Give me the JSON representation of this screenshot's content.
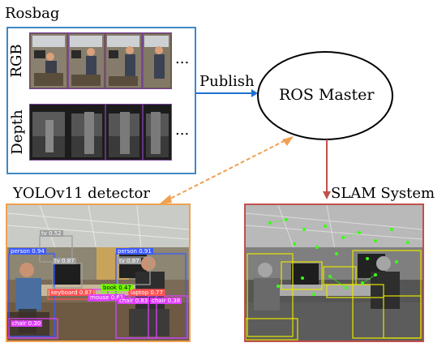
{
  "rosbag": {
    "title": "Rosbag",
    "rgb_label": "RGB",
    "depth_label": "Depth",
    "ellipsis": "..."
  },
  "publish_label": "Publish",
  "ros_master_label": "ROS Master",
  "yolo_title": "YOLOv11 detector",
  "slam_title": "SLAM System",
  "detections": [
    {
      "label": "person 0.94",
      "color": "#3d5afe"
    },
    {
      "label": "person 0.91",
      "color": "#3d5afe"
    },
    {
      "label": "tv 0.52",
      "color": "#9e9e9e"
    },
    {
      "label": "tv 0.87",
      "color": "#9e9e9e"
    },
    {
      "label": "tv 0.87",
      "color": "#9e9e9e"
    },
    {
      "label": "keyboard 0.87",
      "color": "#ff5252"
    },
    {
      "label": "book 0.47",
      "color": "#76ff03"
    },
    {
      "label": "mouse 0.61",
      "color": "#e040fb"
    },
    {
      "label": "laptop 0.77",
      "color": "#ff5252"
    },
    {
      "label": "chair 0.83",
      "color": "#e040fb"
    },
    {
      "label": "chair 0.38",
      "color": "#e040fb"
    },
    {
      "label": "chair 0.30",
      "color": "#e040fb"
    }
  ],
  "colors": {
    "rosbag_border": "#3f88c5",
    "frame_border": "#7b3fa0",
    "publish_arrow": "#1f6fd1",
    "yolo_border": "#f0a050",
    "yolo_arrow": "#f0a050",
    "slam_border": "#c0504d",
    "slam_arrow": "#c0504d"
  }
}
